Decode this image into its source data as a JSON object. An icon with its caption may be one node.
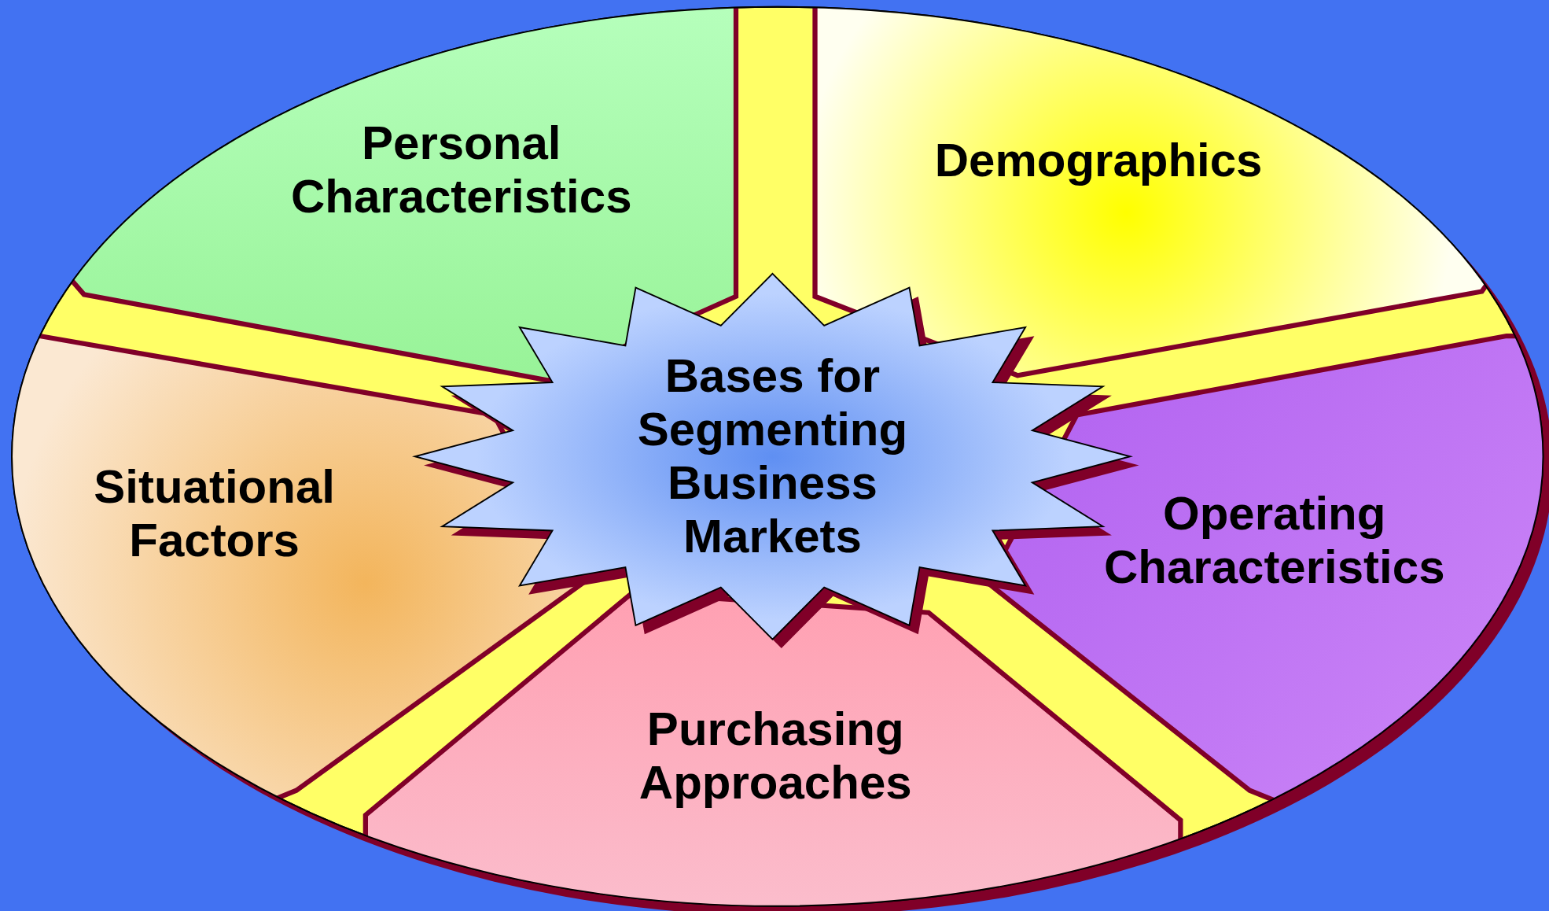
{
  "diagram": {
    "nodes": [
      {
        "text": [
          "Personal Characteristics"
        ]
      },
      {
        "text": [
          "Demographics"
        ]
      },
      {
        "text": [
          "Bases for Segmenting Business Markets"
        ]
      },
      {
        "text": [
          "Situational Factors"
        ]
      },
      {
        "text": [
          "Operating Characteristics"
        ]
      },
      {
        "text": [
          "Purchasing Approaches"
        ]
      }
    ]
  }
}
